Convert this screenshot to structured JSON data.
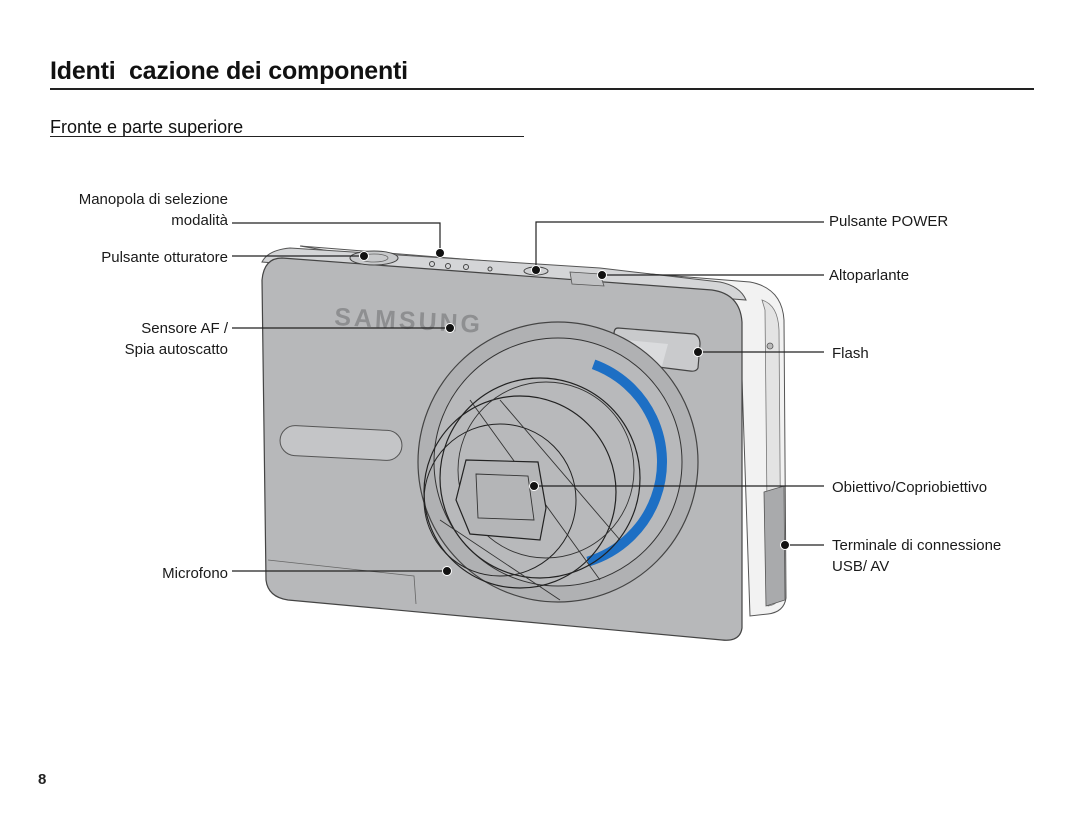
{
  "header": {
    "title": "Identi  cazione dei componenti",
    "section": "Fronte e parte superiore"
  },
  "camera": {
    "brand": "SAMSUNG"
  },
  "callouts": {
    "mode_dial_line1": "Manopola di selezione",
    "mode_dial_line2": "modalità",
    "shutter": "Pulsante otturatore",
    "af_sensor_line1": "Sensore AF /",
    "af_sensor_line2": "Spia autoscatto",
    "microphone": "Microfono",
    "power": "Pulsante POWER",
    "speaker": "Altoparlante",
    "flash": "Flash",
    "lens": "Obiettivo/Copriobiettivo",
    "usb_line1": "Terminale di connessione",
    "usb_line2": "USB/ AV"
  },
  "footer": {
    "page_number": "8"
  },
  "colors": {
    "body": "#b7b8ba",
    "lens_ring": "#1d6fc4",
    "outline": "#222222"
  }
}
